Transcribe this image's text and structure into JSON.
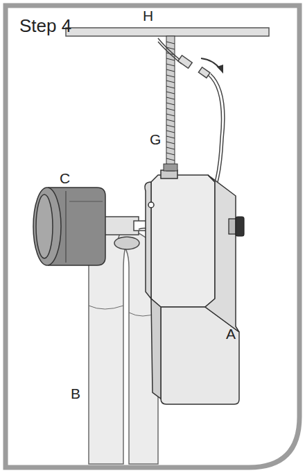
{
  "diagram": {
    "title": "Step 4",
    "labels": [
      "H",
      "G",
      "C",
      "A",
      "B"
    ]
  }
}
